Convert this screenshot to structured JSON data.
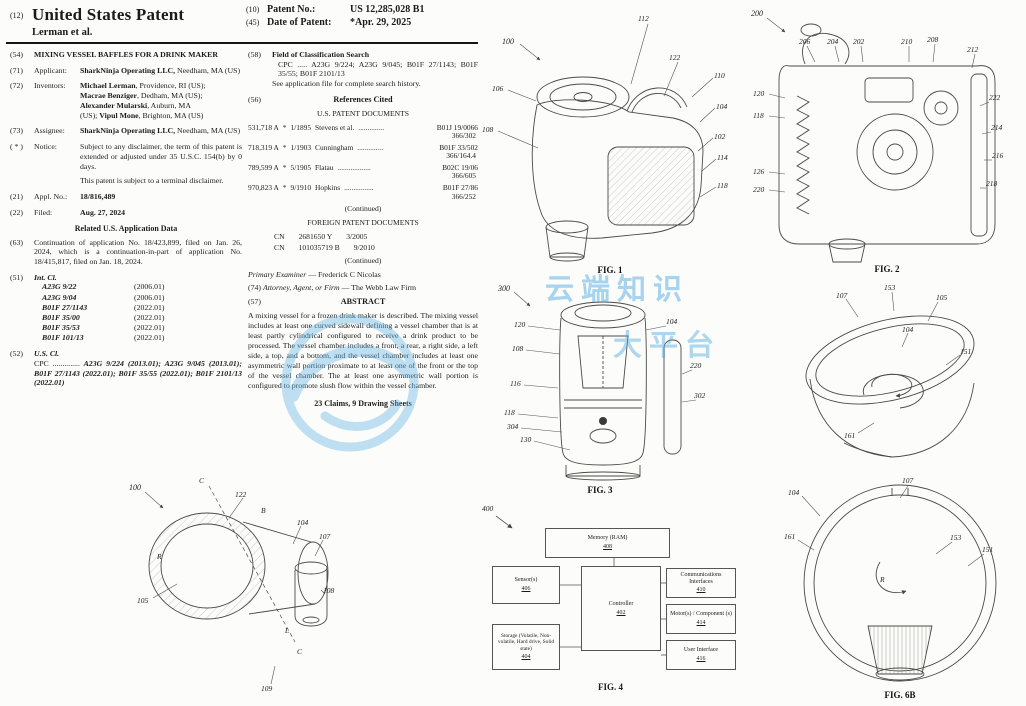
{
  "header": {
    "field12": "(12)",
    "title": "United States Patent",
    "byline": "Lerman et al.",
    "field10": "(10)",
    "patent_no_label": "Patent No.:",
    "patent_no": "US 12,285,028 B1",
    "field45": "(45)",
    "date_label": "Date of Patent:",
    "date_value": "*Apr. 29, 2025"
  },
  "left": {
    "f54_num": "(54)",
    "f54_title": "MIXING VESSEL BAFFLES FOR A DRINK MAKER",
    "f71_num": "(71)",
    "f71_label": "Applicant:",
    "f71_name": "SharkNinja Operating LLC,",
    "f71_rest": " Needham, MA (US)",
    "f72_num": "(72)",
    "f72_label": "Inventors:",
    "inventors": [
      {
        "pre": "",
        "name": "Michael Lerman",
        "rest": ", Providence, RI (US);"
      },
      {
        "pre": "",
        "name": "Macrae Benziger",
        "rest": ", Dedham, MA (US);"
      },
      {
        "pre": "",
        "name": "Alexander Mularski",
        "rest": ", Auburn, MA"
      },
      {
        "pre": "(US); ",
        "name": "Vipul Mone",
        "rest": ", Brighton, MA (US)"
      }
    ],
    "f73_num": "(73)",
    "f73_label": "Assignee:",
    "f73_name": "SharkNinja Operating LLC,",
    "f73_rest": " Needham, MA (US)",
    "notice_num": "( * )",
    "notice_label": "Notice:",
    "notice_p1": "Subject to any disclaimer, the term of this patent is extended or adjusted under 35 U.S.C. 154(b) by 0 days.",
    "notice_p2": "This patent is subject to a terminal disclaimer.",
    "f21_num": "(21)",
    "f21_label": "Appl. No.:",
    "f21_value": "18/816,489",
    "f22_num": "(22)",
    "f22_label": "Filed:",
    "f22_value": "Aug. 27, 2024",
    "related_heading": "Related U.S. Application Data",
    "f63_num": "(63)",
    "f63_text": "Continuation of application No. 18/423,899, filed on Jan. 26, 2024, which is a continuation-in-part of application No. 18/415,817, filed on Jan. 18, 2024.",
    "f51_num": "(51)",
    "f51_label": "Int. Cl.",
    "int_cl": [
      {
        "code": "A23G 9/22",
        "year": "(2006.01)"
      },
      {
        "code": "A23G 9/04",
        "year": "(2006.01)"
      },
      {
        "code": "B01F 27/1143",
        "year": "(2022.01)"
      },
      {
        "code": "B01F 35/00",
        "year": "(2022.01)"
      },
      {
        "code": "B01F 35/53",
        "year": "(2022.01)"
      },
      {
        "code": "B01F 101/13",
        "year": "(2022.01)"
      }
    ],
    "f52_num": "(52)",
    "f52_label": "U.S. Cl.",
    "f52_cpc_label": "CPC ..............",
    "f52_text": " A23G 9/224 (2013.01); A23G 9/045 (2013.01); B01F 27/1143 (2022.01); B01F 35/55 (2022.01); B01F 2101/13 (2022.01)"
  },
  "right": {
    "f58_num": "(58)",
    "f58_label": "Field of Classification Search",
    "f58_cpc": "CPC ..... A23G 9/224; A23G 9/045; B01F 27/1143; B01F 35/55; B01F 2101/13",
    "f58_note": "See application file for complete search history.",
    "f56_num": "(56)",
    "f56_label": "References Cited",
    "us_docs_heading": "U.S. PATENT DOCUMENTS",
    "us_citations": [
      {
        "number": "531,718 A",
        "star": "*",
        "date": "1/1895",
        "name": "Stevens et al.",
        "dots": "..............",
        "cls": "B01J 19/0066",
        "cls2": "366/302"
      },
      {
        "number": "718,319 A",
        "star": "*",
        "date": "1/1903",
        "name": "Cunningham",
        "dots": "..............",
        "cls": "B01F 33/502",
        "cls2": "366/164.4"
      },
      {
        "number": "789,599 A",
        "star": "*",
        "date": "5/1905",
        "name": "Flatau",
        "dots": "..................",
        "cls": "B02C 19/06",
        "cls2": "366/605"
      },
      {
        "number": "970,823 A",
        "star": "*",
        "date": "9/1910",
        "name": "Hopkins",
        "dots": "................",
        "cls": "B01F 27/86",
        "cls2": "366/252"
      }
    ],
    "continued1": "(Continued)",
    "foreign_heading": "FOREIGN PATENT DOCUMENTS",
    "foreign_citations": [
      {
        "country": "CN",
        "number": "2681650 Y",
        "date": "3/2005"
      },
      {
        "country": "CN",
        "number": "101035719 B",
        "date": "9/2010"
      }
    ],
    "continued2": "(Continued)",
    "examiner_label": "Primary Examiner",
    "examiner_value": " — Frederick C Nicolas",
    "f74_num": "(74)",
    "attorney_label": "Attorney, Agent, or Firm",
    "attorney_value": " — The Webb Law Firm",
    "f57_num": "(57)",
    "abstract_heading": "ABSTRACT",
    "abstract_text": "A mixing vessel for a frozen drink maker is described. The mixing vessel includes at least one curved sidewall defining a vessel chamber that is at least partly cylindrical configured to receive a drink product to be processed. The vessel chamber includes a front, a rear, a right side, a left side, a top, and a bottom, and the vessel chamber includes at least one asymmetric wall portion proximate to at least one of the front or the top of the vessel chamber. The at least one asymmetric wall portion is configured to promote slush flow within the vessel chamber.",
    "claims_line": "23 Claims, 9 Drawing Sheets"
  },
  "figures": {
    "fig1": {
      "caption": "FIG. 1",
      "labels": [
        "100",
        "112",
        "122",
        "110",
        "104",
        "102",
        "114",
        "118",
        "106",
        "108"
      ]
    },
    "fig2": {
      "caption": "FIG. 2",
      "labels": [
        "200",
        "206",
        "204",
        "202",
        "210",
        "208",
        "212",
        "120",
        "118",
        "126",
        "220",
        "222",
        "214",
        "216",
        "218"
      ]
    },
    "fig3": {
      "caption": "FIG. 3",
      "labels": [
        "300",
        "120",
        "108",
        "116",
        "118",
        "304",
        "130",
        "104",
        "220",
        "302"
      ]
    },
    "fig6a": {
      "labels": [
        "107",
        "153",
        "105",
        "104",
        "151",
        "161"
      ]
    },
    "fig5": {
      "labels": [
        "100",
        "122",
        "104",
        "107",
        "105",
        "108",
        "109"
      ],
      "letters": [
        "C",
        "C",
        "B",
        "R",
        "L"
      ]
    },
    "fig4": {
      "caption": "FIG. 4",
      "ref": "400",
      "boxes": {
        "memory": {
          "title": "Memory (RAM)",
          "num": "408"
        },
        "sensors": {
          "title": "Sensor(s)",
          "num": "406"
        },
        "controller": {
          "title": "Controller",
          "num": "402"
        },
        "comms": {
          "title": "Communications Interfaces",
          "num": "410"
        },
        "motors": {
          "title": "Motor(s) / Component (s)",
          "num": "414"
        },
        "ui": {
          "title": "User Interface",
          "num": "416"
        },
        "storage": {
          "title": "Storage (Volatile, Non-volatile, Hard drive, Solid state)",
          "num": "404"
        }
      }
    },
    "fig6b": {
      "caption": "FIG. 6B",
      "labels": [
        "104",
        "107",
        "153",
        "161",
        "151"
      ],
      "rotation_label": "R"
    }
  },
  "watermark": {
    "line1": "云端知识",
    "line2": "大平台",
    "color": "#5ab0e0"
  }
}
